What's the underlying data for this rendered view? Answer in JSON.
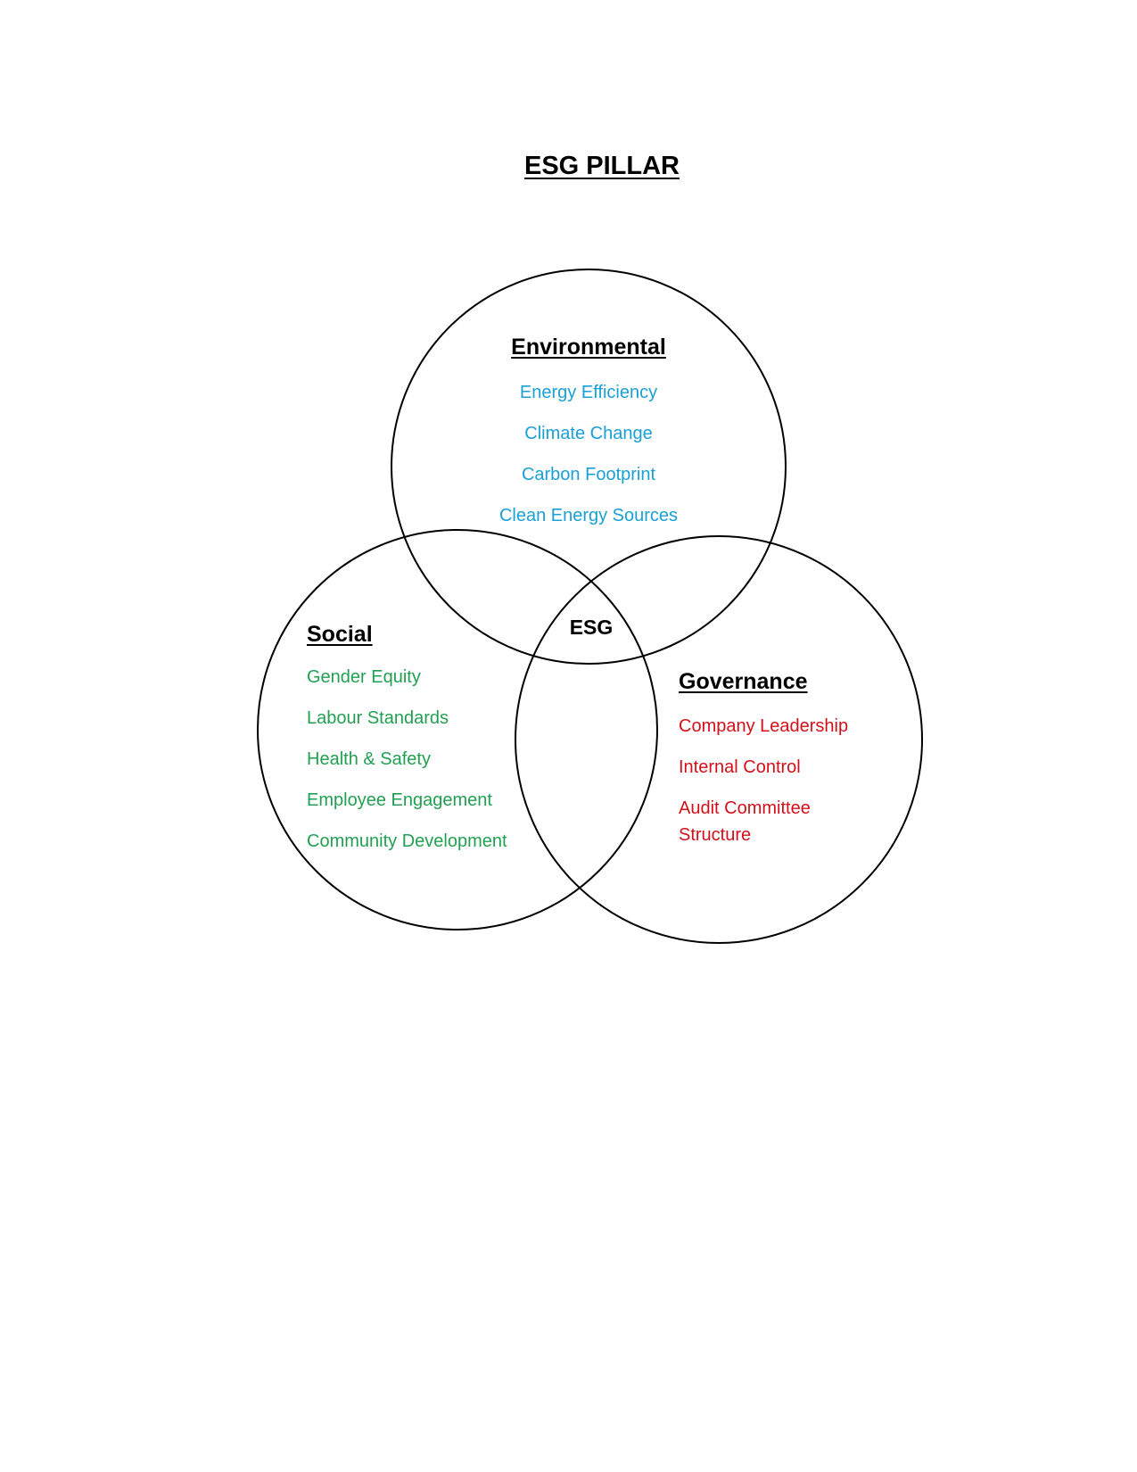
{
  "title": "ESG PILLAR",
  "center_label": "ESG",
  "environmental": {
    "heading": "Environmental",
    "color": "#1aa0d5",
    "items": [
      "Energy Efficiency",
      "Climate Change",
      "Carbon Footprint",
      "Clean Energy Sources"
    ]
  },
  "social": {
    "heading": "Social",
    "color": "#22a052",
    "items": [
      "Gender Equity",
      "Labour Standards",
      "Health & Safety",
      "Employee Engagement",
      "Community Development"
    ]
  },
  "governance": {
    "heading": "Governance",
    "color": "#d3101a",
    "items": [
      "Company Leadership",
      "Internal Control",
      "Audit Committee Structure"
    ]
  }
}
